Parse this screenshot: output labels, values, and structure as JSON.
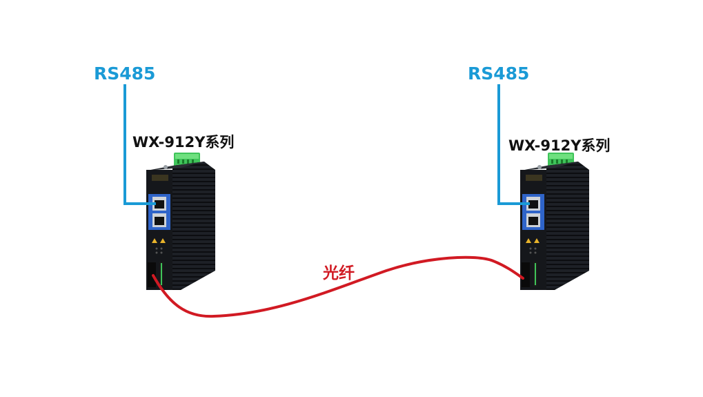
{
  "colors": {
    "rs485_line": "#1a9ad6",
    "fiber": "#d11a23",
    "device_body": "#1b1e24",
    "terminal_green": "#3fc45a",
    "port_blue": "#2f64c9"
  },
  "nodes": [
    {
      "id": "left",
      "interface_label": "RS485",
      "model_label": "WX-912Y系列",
      "device_icon": "industrial-fiber-converter"
    },
    {
      "id": "right",
      "interface_label": "RS485",
      "model_label": "WX-912Y系列",
      "device_icon": "industrial-fiber-converter"
    }
  ],
  "link": {
    "label": "光纤",
    "type": "fiber-optic-cable"
  }
}
